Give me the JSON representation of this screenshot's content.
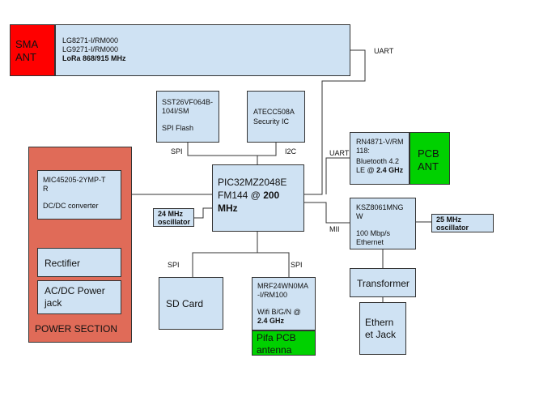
{
  "lora": {
    "ant_label": "SMA\nANT",
    "line1": "LG8271-I/RM000",
    "line2": "LG9271-I/RM000",
    "line3": "LoRa 868/915 MHz"
  },
  "spi_flash": {
    "part": "SST26VF064B-\n104I/SM",
    "desc": "SPI Flash"
  },
  "security": {
    "part": "ATECC508A",
    "desc": "Security IC"
  },
  "bluetooth": {
    "part": "RN4871-V/RM\n118:",
    "desc": "Bluetooth 4.2\nLE @ ",
    "freq": "2.4 GHz",
    "ant_label": "PCB\nANT"
  },
  "mcu": {
    "line1": "PIC32MZ2048E",
    "line2": "FM144 @ ",
    "freq": "200",
    "line3": "MHz"
  },
  "osc24": {
    "line1": "24 MHz",
    "line2": "oscillator"
  },
  "ethernet_phy": {
    "part": "KSZ8061MNG\nW",
    "desc": "100 Mbp/s\nEthernet"
  },
  "osc25": {
    "line1": "25 MHz",
    "line2": "oscillator"
  },
  "power": {
    "section_label": "POWER SECTION",
    "regulator_part": "MIC45205-2YMP-T\nR",
    "regulator_desc": "DC/DC converter",
    "rectifier": "Rectifier",
    "jack": "AC/DC Power\njack"
  },
  "sd_card": {
    "label": "SD Card"
  },
  "wifi": {
    "part": "MRF24WN0MA\n-I/RM100",
    "desc": "Wifi B/G/N @",
    "freq": "2.4 GHz",
    "ant_label": "Pifa PCB\nantenna"
  },
  "transformer": {
    "label": "Transformer"
  },
  "eth_jack": {
    "label": "Ethern\net Jack"
  },
  "bus_labels": {
    "uart_top": "UART",
    "spi_flash": "SPI",
    "i2c": "I2C",
    "uart_bt": "UART",
    "mii": "MII",
    "spi_sd": "SPI",
    "spi_wifi": "SPI"
  }
}
